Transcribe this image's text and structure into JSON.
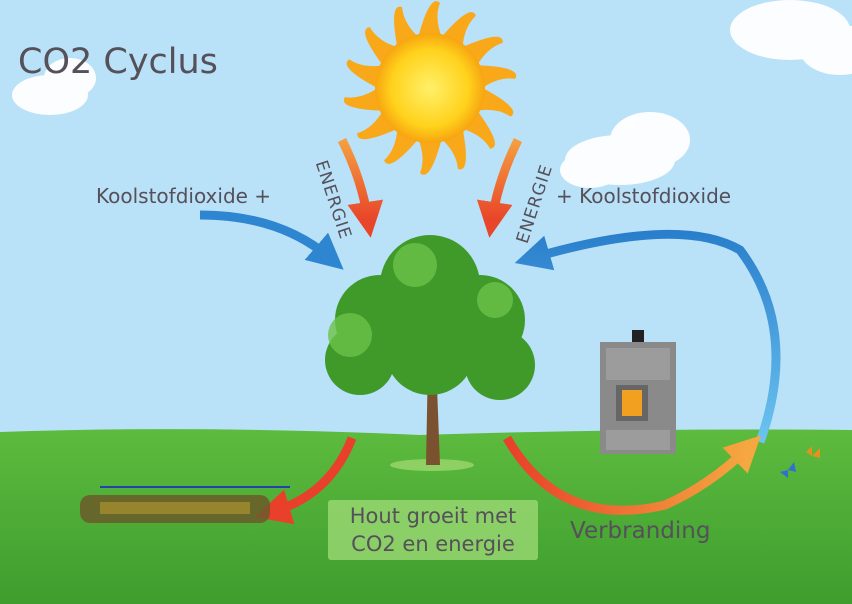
{
  "title": "CO2 Cyclus",
  "labels": {
    "co2_left": "Koolstofdioxide +",
    "co2_right": "+ Koolstofdioxide",
    "energy_left": "ENERGIE",
    "energy_right": "ENERGIE",
    "growth_line1": "Hout groeit met",
    "growth_line2": "CO2 en energie",
    "combustion": "Verbranding"
  },
  "colors": {
    "sky": "#b9e1f8",
    "grass": "#4caf3a",
    "blue_arrow": "#2f86d0",
    "orange_arrow": "#f08a30",
    "red_arrow": "#e8402a"
  }
}
